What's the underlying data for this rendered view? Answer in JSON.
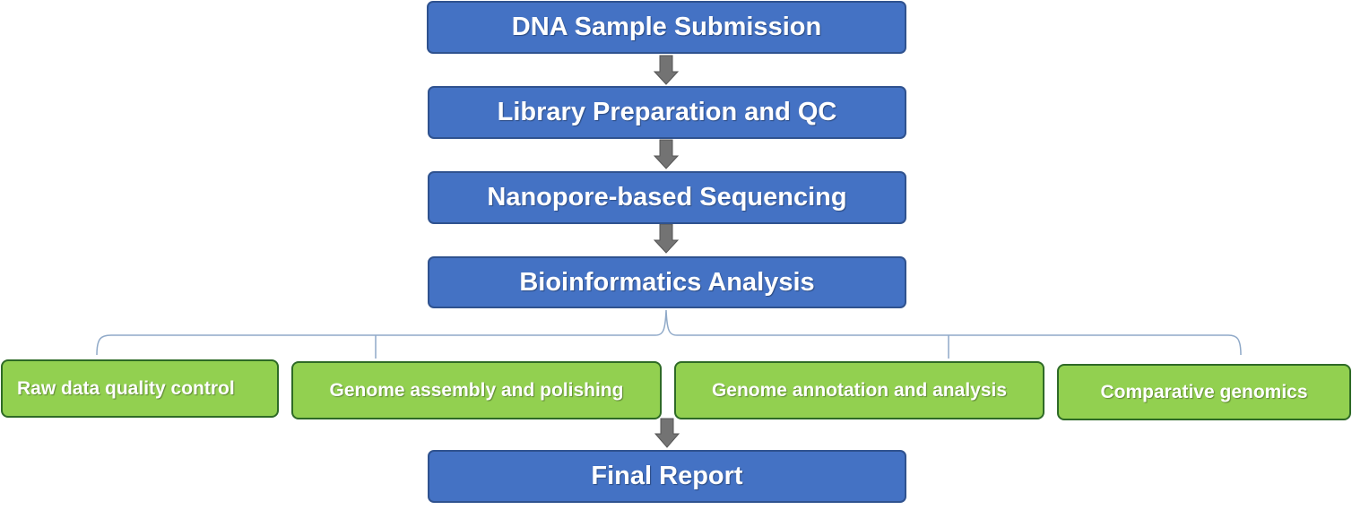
{
  "flowchart": {
    "main_steps": [
      {
        "id": "dna-sample-submission",
        "label": "DNA Sample Submission"
      },
      {
        "id": "library-preparation-qc",
        "label": "Library Preparation and QC"
      },
      {
        "id": "nanopore-sequencing",
        "label": "Nanopore-based Sequencing"
      },
      {
        "id": "bioinformatics-analysis",
        "label": "Bioinformatics Analysis"
      }
    ],
    "analysis_substeps": [
      {
        "id": "raw-data-qc",
        "label": "Raw data quality control"
      },
      {
        "id": "genome-assembly",
        "label": "Genome assembly and polishing"
      },
      {
        "id": "genome-annotation",
        "label": "Genome annotation and analysis"
      },
      {
        "id": "comparative-genomics",
        "label": "Comparative genomics"
      }
    ],
    "final_step": {
      "id": "final-report",
      "label": "Final Report"
    }
  },
  "colors": {
    "main_box_fill": "#4472c4",
    "main_box_border": "#2f528f",
    "substep_fill": "#92d050",
    "substep_border": "#2e6a26",
    "arrow_fill": "#737373",
    "bracket_stroke": "#8fa9c8"
  }
}
